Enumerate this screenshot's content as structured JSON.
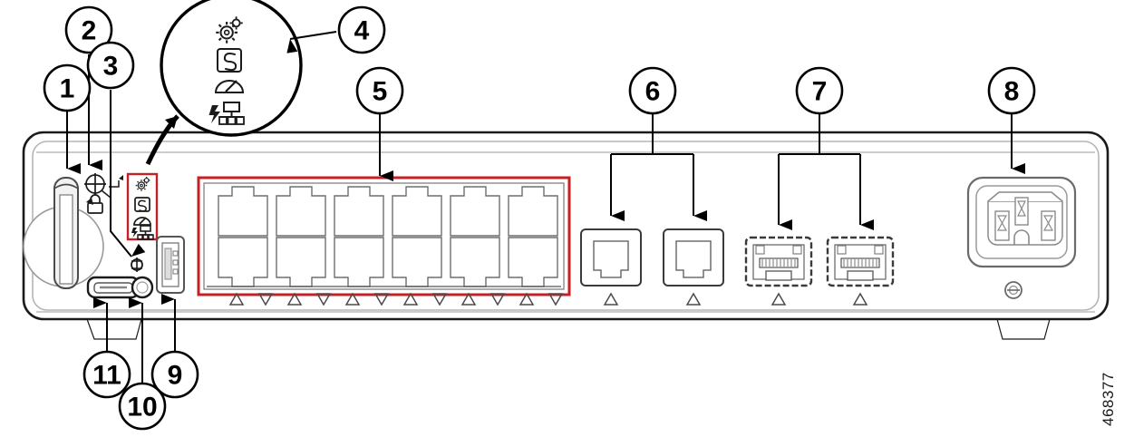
{
  "figure": {
    "title": "Network device rear panel callout diagram",
    "figure_id": "468377",
    "line_color": "#000000",
    "chassis_fill": "#ffffff",
    "chassis_stroke": "#1a1a1a",
    "highlight_color": "#C42026",
    "port_stroke": "#6e6e6e"
  },
  "callouts": [
    {
      "id": "1",
      "label": "1",
      "target": "antenna-connector"
    },
    {
      "id": "2",
      "label": "2",
      "target": "ground-screw-and-lock"
    },
    {
      "id": "3",
      "label": "3",
      "target": "security-reset-icon"
    },
    {
      "id": "4",
      "label": "4",
      "target": "led-indicator-magnifier"
    },
    {
      "id": "5",
      "label": "5",
      "target": "rj45-switch-port-block"
    },
    {
      "id": "6",
      "label": "6",
      "target": "wan-rj45-ports"
    },
    {
      "id": "7",
      "label": "7",
      "target": "sfp-ports"
    },
    {
      "id": "8",
      "label": "8",
      "target": "ac-power-inlet"
    },
    {
      "id": "9",
      "label": "9",
      "target": "usb-type-a-port"
    },
    {
      "id": "10",
      "label": "10",
      "target": "reset-button"
    },
    {
      "id": "11",
      "label": "11",
      "target": "micro-usb-console-port"
    }
  ],
  "magnifier": {
    "icons": [
      {
        "name": "system-gears-icon",
        "meaning": "System / gears"
      },
      {
        "name": "sd-card-s-icon",
        "meaning": "S in box"
      },
      {
        "name": "speedometer-icon",
        "meaning": "Speed / activity"
      },
      {
        "name": "poe-network-icon",
        "meaning": "PoE network"
      }
    ]
  },
  "faceplate": {
    "led_cluster_icons": [
      "system-gears-icon",
      "sd-card-s-icon",
      "speedometer-icon",
      "poe-network-icon"
    ],
    "ground_icon": "ground-screw-icon",
    "lock_icon": "kensington-lock-icon",
    "security_icon": "security-reset-icon",
    "micro_usb": "micro-usb-console-port",
    "reset_button": "reset-button",
    "usb_a": "usb-type-a-port"
  },
  "ports": {
    "switch_block": {
      "rows": 2,
      "columns": 6,
      "total": 12,
      "highlighted": true,
      "marker_pattern": [
        "up",
        "down",
        "up",
        "down",
        "up",
        "down",
        "up",
        "down",
        "up",
        "down",
        "up",
        "down"
      ]
    },
    "wan_rj45": {
      "count": 2,
      "markers": [
        "up",
        "up"
      ]
    },
    "sfp": {
      "count": 2,
      "markers": [
        "up",
        "up"
      ]
    },
    "power": {
      "type": "IEC C14 inlet",
      "pins": 3,
      "screw": true
    }
  }
}
